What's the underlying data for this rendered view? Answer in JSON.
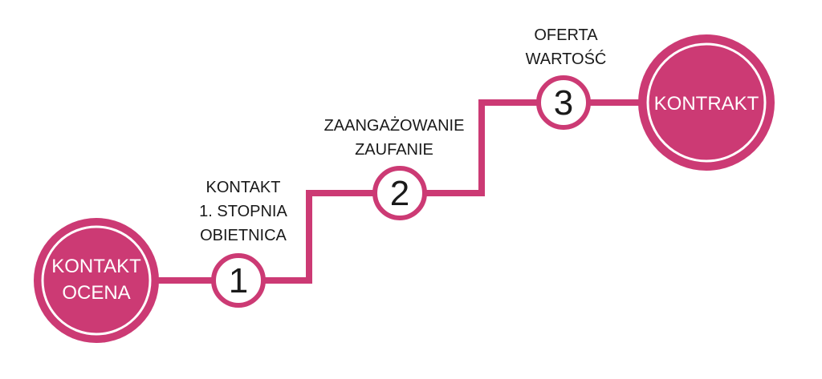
{
  "colors": {
    "accent": "#cc3a74",
    "text": "#1a1a1a",
    "background": "#ffffff"
  },
  "start": {
    "lines": [
      "KONTAKT",
      "OCENA"
    ]
  },
  "end": {
    "lines": [
      "KONTRAKT"
    ]
  },
  "steps": [
    {
      "number": "1",
      "lines": [
        "KONTAKT",
        "1. STOPNIA",
        "OBIETNICA"
      ]
    },
    {
      "number": "2",
      "lines": [
        "ZAANGAŻOWANIE",
        "ZAUFANIE"
      ]
    },
    {
      "number": "3",
      "lines": [
        "OFERTA",
        "WARTOŚĆ"
      ]
    }
  ]
}
